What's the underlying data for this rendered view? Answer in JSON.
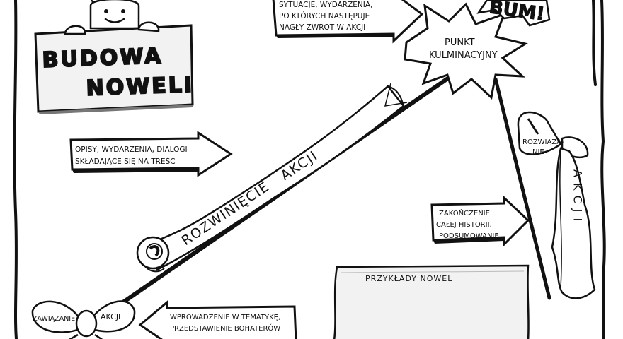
{
  "title_card": {
    "line1": "BUDOWA",
    "line2": "NOWELI"
  },
  "boom": "BUM!",
  "climax": {
    "line1": "PUNKT",
    "line2": "KULMINACYJNY"
  },
  "climax_note": {
    "line1": "SYTUACJE, WYDARZENIA,",
    "line2": "PO KTÓRYCH NASTĘPUJE",
    "line3": "NAGŁY ZWROT W AKCJI"
  },
  "development_note": {
    "line1": "OPISY, WYDARZENIA, DIALOGI",
    "line2": "SKŁADAJĄCE SIĘ NA TREŚĆ"
  },
  "development_banner": {
    "word1": "ROZWINIĘCIE",
    "word2": "AKCJI"
  },
  "resolution_bow": {
    "line1": "ROZWIĄZA-",
    "line2": "NIE",
    "ribbon": "AKCJI"
  },
  "resolution_note": {
    "line1": "ZAKOŃCZENIE",
    "line2": "CAŁEJ HISTORII,",
    "line3": "PODSUMOWANIE"
  },
  "examples_title": "PRZYKŁADY NOWEL",
  "exposition_bow": {
    "left": "ZAWIĄZANIE",
    "right": "AKCJI"
  },
  "exposition_note": {
    "line1": "WPROWADZENIE W TEMATYKĘ,",
    "line2": "PRZEDSTAWIENIE BOHATERÓW"
  },
  "colors": {
    "ink": "#111111",
    "paper": "#ffffff",
    "sheet": "#f2f2f2",
    "shade": "#bdbdbd"
  }
}
